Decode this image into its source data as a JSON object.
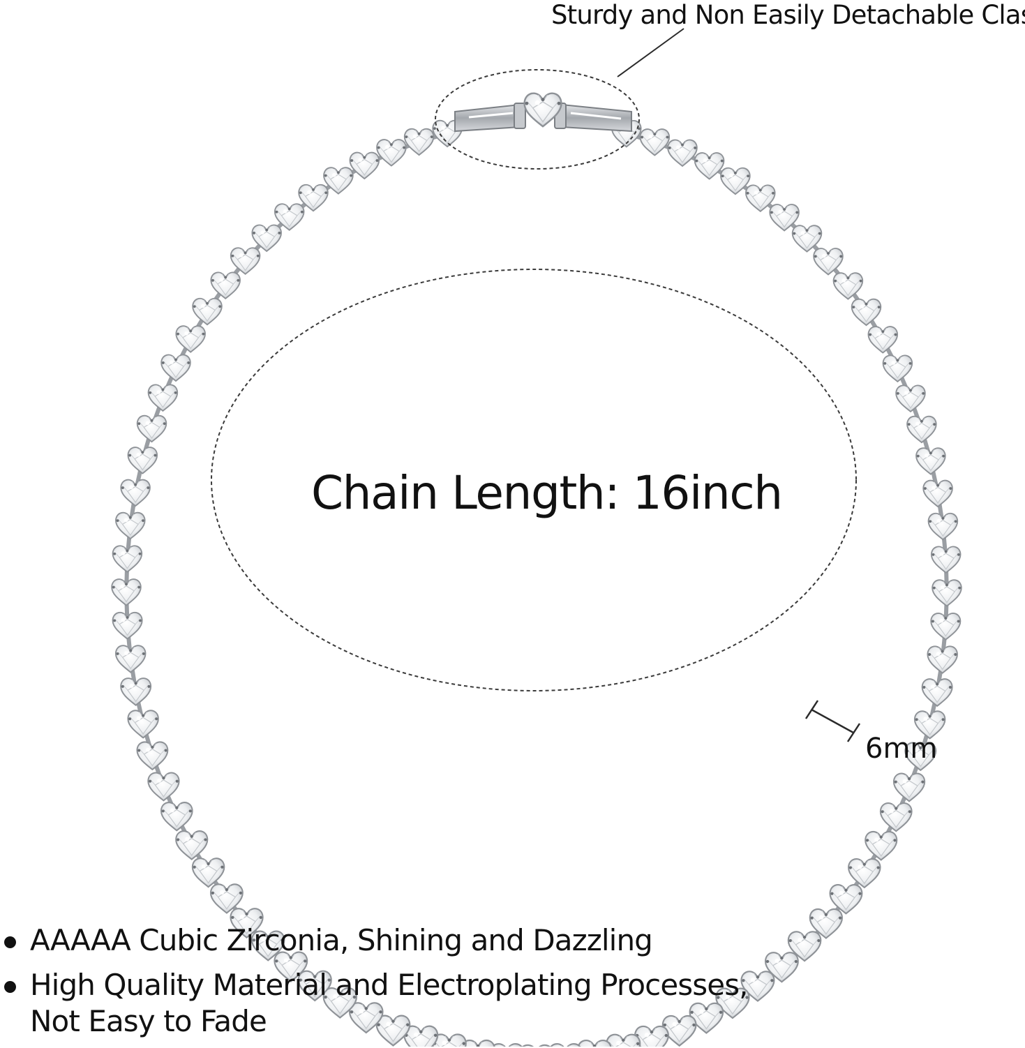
{
  "annotations": {
    "clasp": "Sturdy and Non Easily Detachable Clasp",
    "chain_length": "Chain Length: 16inch",
    "stone_width": "6mm"
  },
  "features": [
    "AAAAA Cubic Zirconia, Shining and Dazzling",
    "High Quality Material and Electroplating Processes, Not Easy to Fade"
  ],
  "colors": {
    "background": "#ffffff",
    "text": "#111111",
    "setting_metal": "#9a9ea3",
    "stone_face": "#f4f5f6"
  },
  "icons": {
    "gem": "heart-cut-stone-icon",
    "clasp": "box-clasp-icon",
    "bullet": "bullet-dot-icon"
  }
}
